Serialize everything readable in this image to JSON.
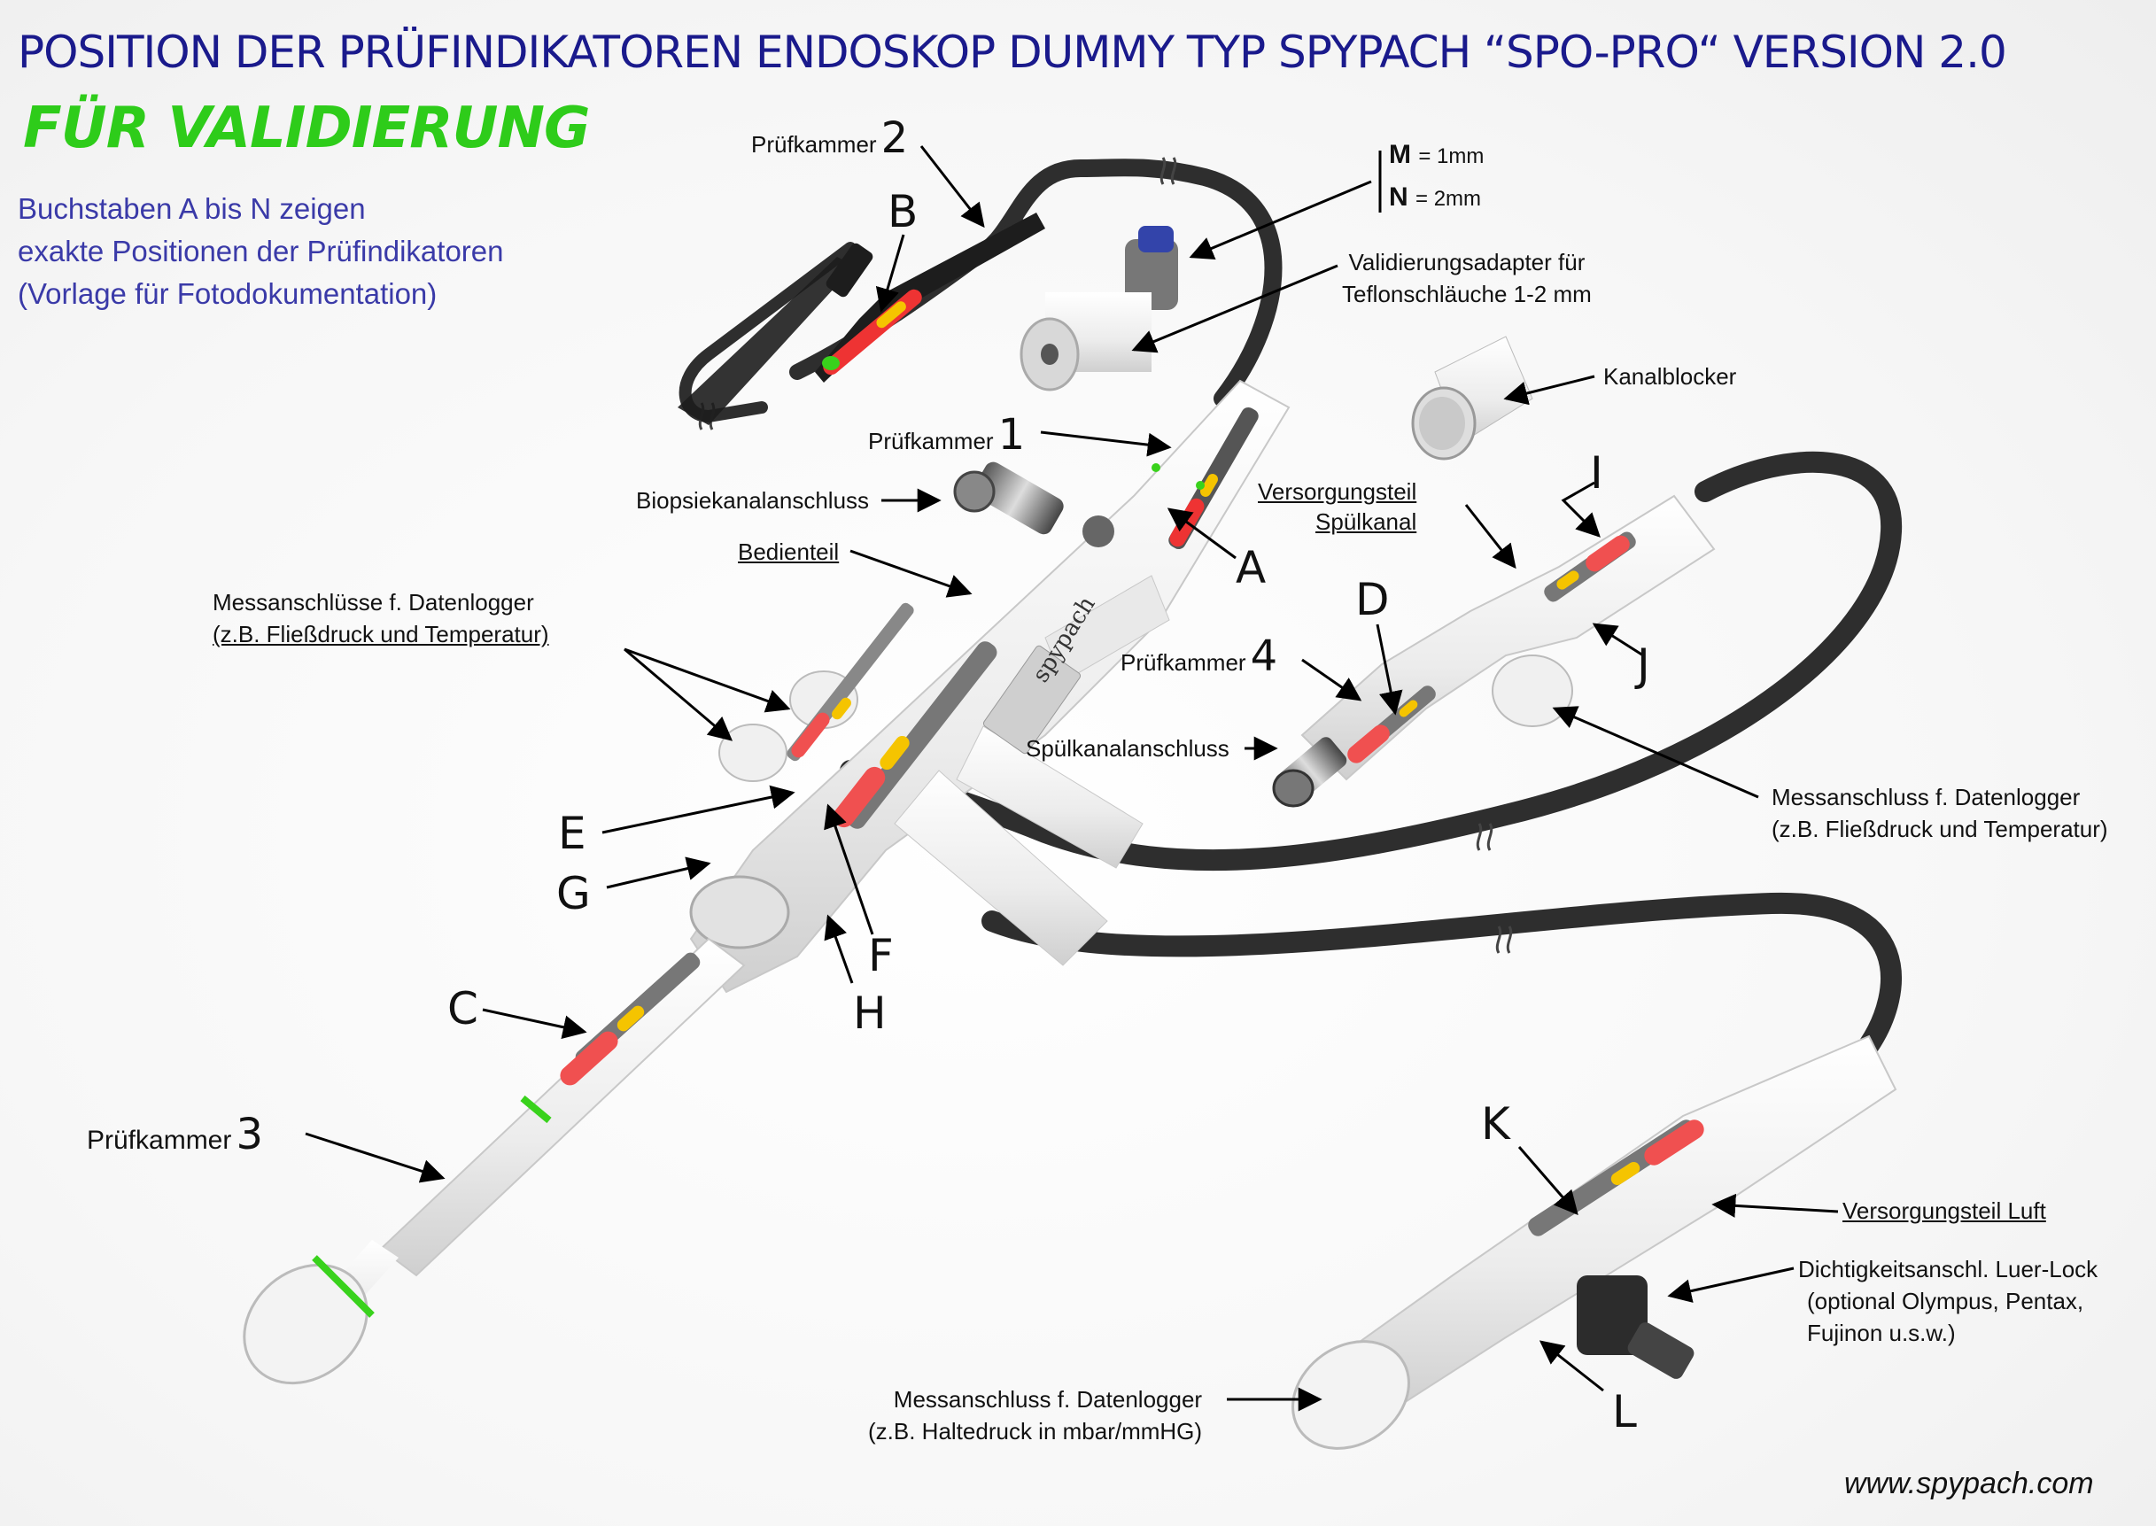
{
  "header": {
    "title": "POSITION DER PRÜFINDIKATOREN ENDOSKOP DUMMY TYP SPYPACH “SPO-PRO“ VERSION 2.0",
    "subtitle": "FÜR VALIDIERUNG",
    "intro_lines": [
      "Buchstaben A bis N zeigen",
      "exakte Positionen der Prüfindikatoren",
      "(Vorlage für  Fotodokumentation)"
    ]
  },
  "labels": {
    "pruefkammer": "Prüfkammer",
    "pk1_num": "1",
    "pk2_num": "2",
    "pk3_num": "3",
    "pk4_num": "4",
    "m_letter": "M",
    "m_value": "= 1mm",
    "n_letter": "N",
    "n_value": "= 2mm",
    "adapter_line1": "Validierungsadapter für",
    "adapter_line2": "Teflonschläuche 1-2 mm",
    "kanalblocker": "Kanalblocker",
    "biopsie": "Biopsiekanalanschluss",
    "bedienteil": "Bedienteil",
    "mess_top_line1": "Messanschlüsse f. Datenlogger",
    "mess_top_line2": "(z.B. Fließdruck und Temperatur)",
    "versorgung_spuel_line1": "Versorgungsteil",
    "versorgung_spuel_line2": "Spülkanal",
    "spuelkanalanschluss": "Spülkanalanschluss",
    "mess_right_line1": "Messanschluss f. Datenlogger",
    "mess_right_line2": "(z.B. Fließdruck und Temperatur)",
    "versorgung_luft": "Versorgungsteil Luft",
    "dicht_line1": "Dichtigkeitsanschl. Luer-Lock",
    "dicht_line2": "(optional Olympus, Pentax,",
    "dicht_line3": "Fujinon u.s.w.)",
    "mess_bottom_line1": "Messanschluss f. Datenlogger",
    "mess_bottom_line2": "(z.B. Haltedruck in mbar/mmHG)",
    "brand_text": "spypach"
  },
  "letters": {
    "A": "A",
    "B": "B",
    "C": "C",
    "D": "D",
    "E": "E",
    "F": "F",
    "G": "G",
    "H": "H",
    "I": "I",
    "J": "J",
    "K": "K",
    "L": "L"
  },
  "footer": {
    "url": "www.spypach.com"
  },
  "colors": {
    "title": "#1a1a8c",
    "subtitle": "#2ecc1a",
    "intro": "#3a3aa8",
    "indicator_red": "#f05050",
    "indicator_yellow": "#f5c400",
    "ring_green": "#39d21c",
    "tube": "#2e2e2e",
    "body_white": "#f4f4f4"
  }
}
